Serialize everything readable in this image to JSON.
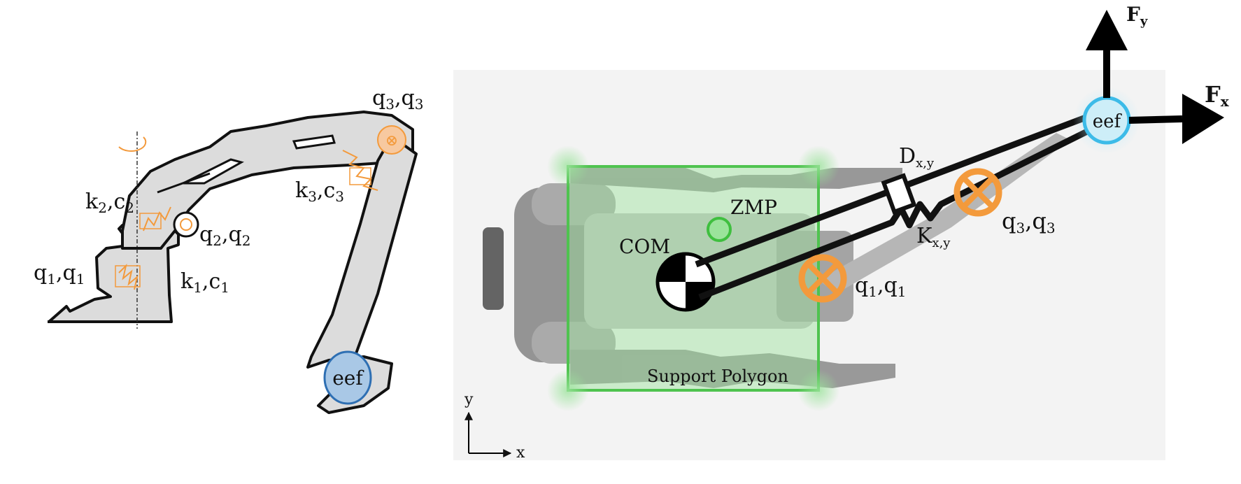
{
  "left_diagram": {
    "joint3": {
      "q": "q",
      "q_sub": "3",
      "qd": "q",
      "qd_sub": "3"
    },
    "joint2": {
      "q": "q",
      "q_sub": "2",
      "qd": "q",
      "qd_sub": "2"
    },
    "joint1": {
      "q": "q",
      "q_sub": "1",
      "qd": "q",
      "qd_sub": "1"
    },
    "spring3": {
      "k": "k",
      "k_sub": "3",
      "c": "c",
      "c_sub": "3"
    },
    "spring2": {
      "k": "k",
      "k_sub": "2",
      "c": "c",
      "c_sub": "2"
    },
    "spring1": {
      "k": "k",
      "k_sub": "1",
      "c": "c",
      "c_sub": "1"
    },
    "end_effector_label": "eef"
  },
  "right_diagram": {
    "com_label": "COM",
    "zmp_label": "ZMP",
    "support_polygon_label": "Support Polygon",
    "end_effector_label": "eef",
    "damper": {
      "symbol": "D",
      "sub": "x,y"
    },
    "spring": {
      "symbol": "K",
      "sub": "x,y"
    },
    "force_x": {
      "symbol": "F",
      "sub": "x"
    },
    "force_y": {
      "symbol": "F",
      "sub": "y"
    },
    "joint1": {
      "q": "q",
      "q_sub": "1",
      "qd": "q",
      "qd_sub": "1"
    },
    "joint3": {
      "q": "q",
      "q_sub": "3",
      "qd": "q",
      "qd_sub": "3"
    },
    "axis_x_label": "x",
    "axis_y_label": "y"
  },
  "colors": {
    "orange": "#f39a3c",
    "support_green": "#5ccc5c",
    "eef_blue_left": "#a9c8e6",
    "eef_blue_right": "#3cbbe8",
    "robot_gray": "#9a9a9a"
  }
}
